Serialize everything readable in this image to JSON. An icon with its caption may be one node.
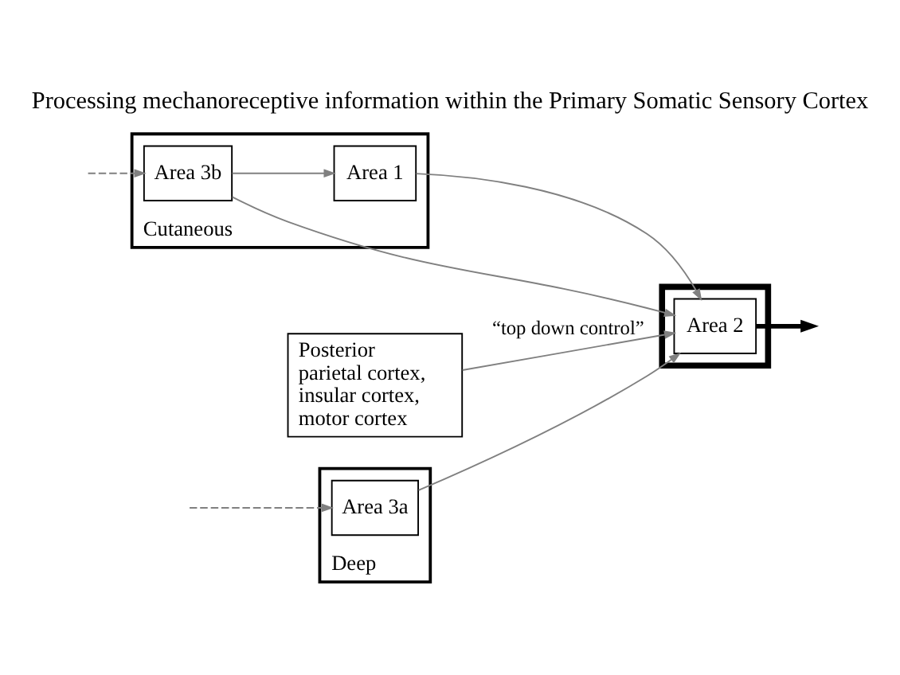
{
  "diagram": {
    "title": "Processing mechanoreceptive information within the Primary Somatic Sensory Cortex",
    "nodes": [
      {
        "text": [
          "Deep"
        ]
      },
      {
        "text": [
          "Area 3a"
        ],
        "in": 0
      },
      {
        "text": [
          "Cutaneous"
        ]
      },
      {
        "text": [
          "Area 3b"
        ],
        "in": 2
      },
      {
        "text": [
          "Area 1"
        ],
        "in": 2
      },
      {
        "text": [],
        "shape": "box"
      },
      {
        "text": [
          "Area 2"
        ],
        "in": 5
      },
      {
        "text": [
          "Posterior parietal cortex, insular cortex, motor cortex"
        ]
      }
    ],
    "edges": [
      {
        "from": null,
        "to": 1,
        "arrow": "to",
        "style": "dashed"
      },
      {
        "from": null,
        "to": 3,
        "arrow": "to",
        "style": "dashed"
      },
      {
        "from": 1,
        "to": 6,
        "arrow": "to"
      },
      {
        "from": 3,
        "to": 4,
        "arrow": "to"
      },
      {
        "from": 3,
        "to": 6,
        "arrow": "to"
      },
      {
        "from": 4,
        "to": 6,
        "arrow": "to"
      },
      {
        "from": 7,
        "to": 6,
        "arrow": "to",
        "label": "“top down control”"
      },
      {
        "from": 6,
        "to": null,
        "arrow": "to",
        "style": "thick",
        "color": "#000000"
      }
    ]
  }
}
